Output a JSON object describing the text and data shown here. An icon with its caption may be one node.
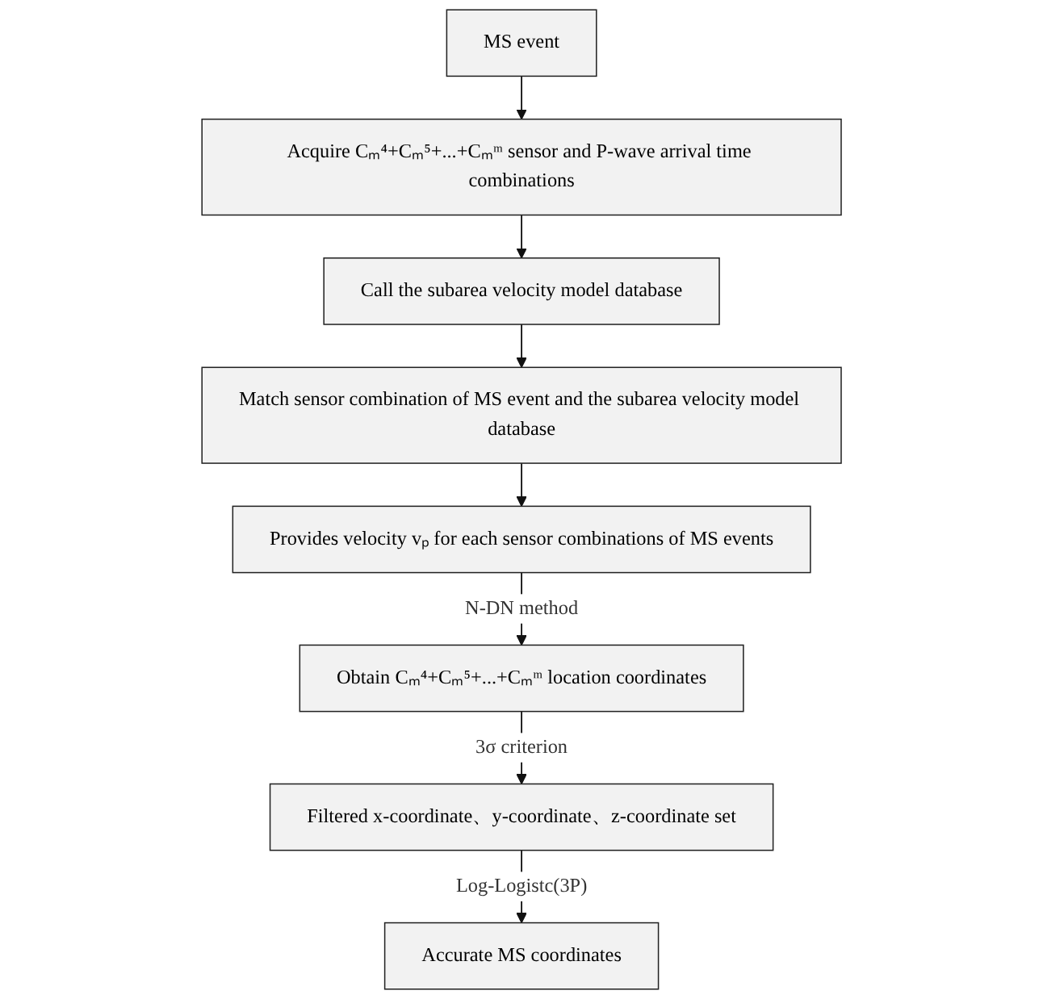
{
  "diagram": {
    "nodes": [
      {
        "text": [
          "MS event"
        ]
      },
      {
        "text": [
          "Acquire Cₘ⁴+Cₘ⁵+...+Cₘᵐ sensor and P-wave arrival time combinations"
        ]
      },
      {
        "text": [
          "Call the subarea velocity model database"
        ]
      },
      {
        "text": [
          "Match sensor combination of MS event and the subarea velocity model database"
        ]
      },
      {
        "text": [
          "Provides velocity vₚ for each sensor combinations of MS events"
        ]
      },
      {
        "text": [
          "Obtain Cₘ⁴+Cₘ⁵+...+Cₘᵐ location coordinates"
        ]
      },
      {
        "text": [
          "Filtered x-coordinate、y-coordinate、z-coordinate set"
        ]
      },
      {
        "text": [
          "Accurate MS coordinates"
        ]
      }
    ],
    "edges": [
      {
        "from": 0,
        "to": 1,
        "arrow": "to"
      },
      {
        "from": 1,
        "to": 2,
        "arrow": "to"
      },
      {
        "from": 2,
        "to": 3,
        "arrow": "to"
      },
      {
        "from": 3,
        "to": 4,
        "arrow": "to"
      },
      {
        "from": 4,
        "to": 5,
        "arrow": "to",
        "label": "N-DN method"
      },
      {
        "from": 5,
        "to": 6,
        "arrow": "to",
        "label": "3σ criterion"
      },
      {
        "from": 6,
        "to": 7,
        "arrow": "to",
        "label": "Log-Logistc(3P)"
      }
    ]
  }
}
